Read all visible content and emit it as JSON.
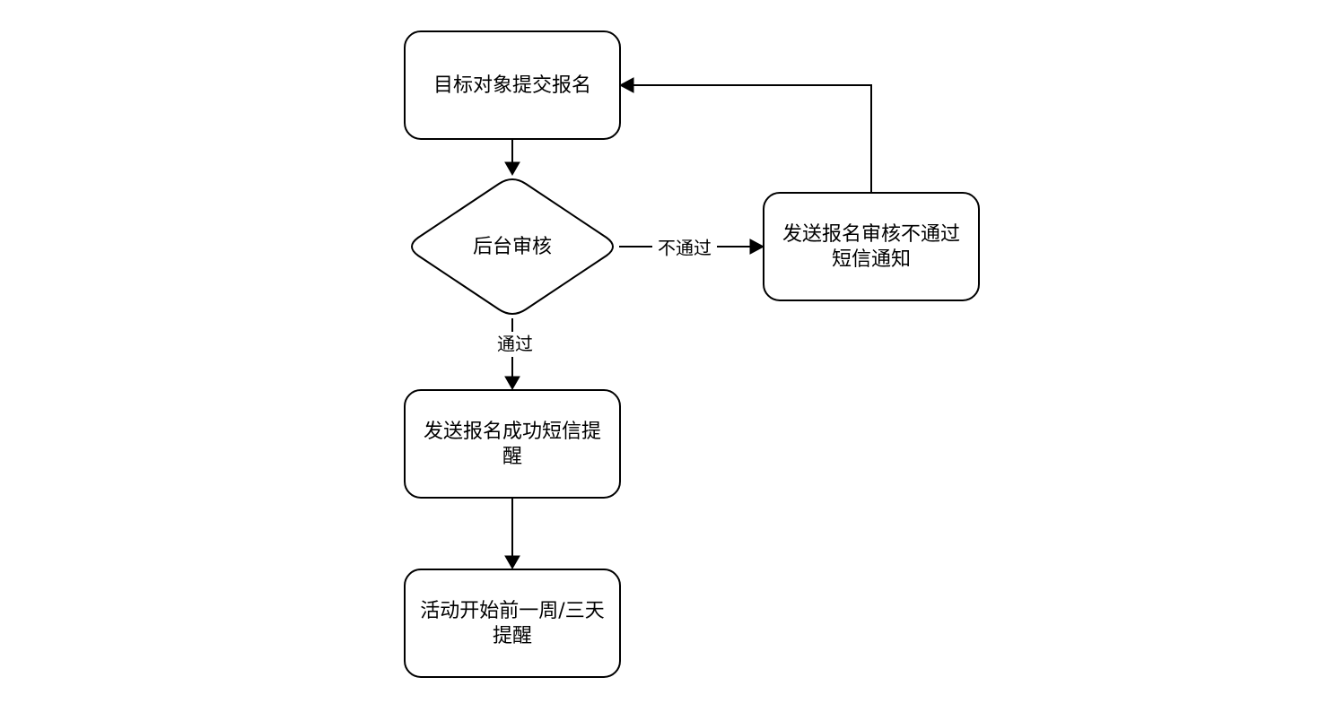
{
  "nodes": {
    "submit": {
      "label": "目标对象提交报名"
    },
    "review": {
      "label": "后台审核"
    },
    "reject_sms": {
      "line1": "发送报名审核不通过",
      "line2": "短信通知"
    },
    "success_sms": {
      "line1": "发送报名成功短信提",
      "line2": "醒"
    },
    "reminder": {
      "line1": "活动开始前一周/三天",
      "line2": "提醒"
    }
  },
  "edges": {
    "reject_label": "不通过",
    "pass_label": "通过"
  },
  "colors": {
    "stroke": "#000000",
    "fill": "#ffffff",
    "text": "#000000"
  }
}
